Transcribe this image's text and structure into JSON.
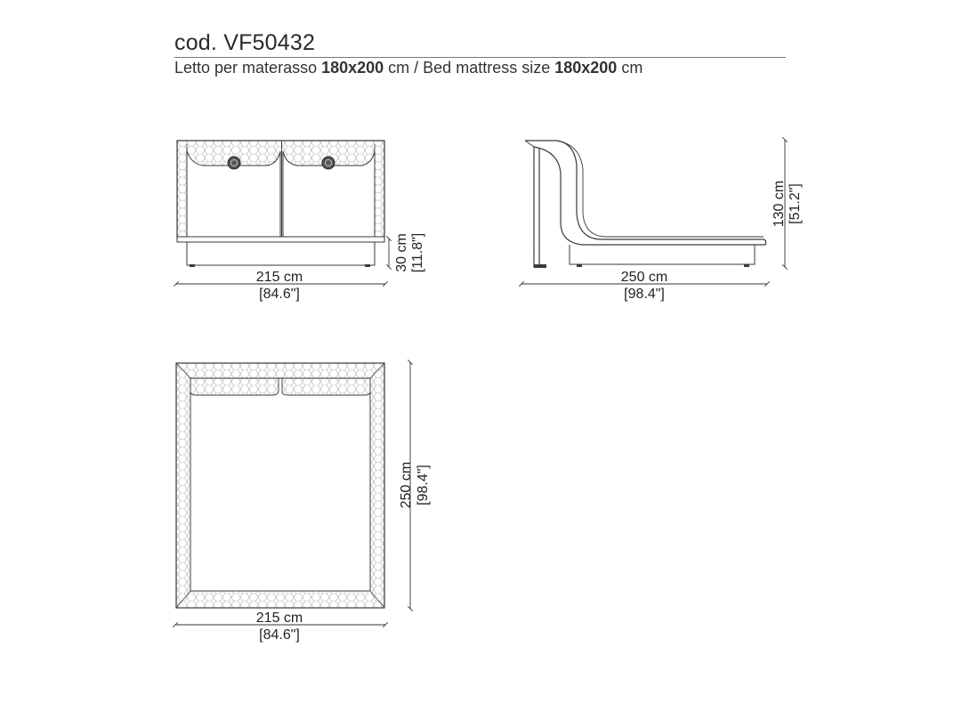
{
  "header": {
    "code": "cod. VF50432",
    "subtitle_a": "Letto per materasso ",
    "subtitle_b": "180x200",
    "subtitle_c": " cm / Bed mattress size ",
    "subtitle_d": "180x200",
    "subtitle_e": " cm"
  },
  "front_view": {
    "width_cm": "215 cm",
    "width_in": "[84.6\"]",
    "base_height_cm": "30 cm",
    "base_height_in": "[11.8\"]"
  },
  "side_view": {
    "length_cm": "250 cm",
    "length_in": "[98.4\"]",
    "height_cm": "130 cm",
    "height_in": "[51.2\"]"
  },
  "top_view": {
    "width_cm": "215 cm",
    "width_in": "[84.6\"]",
    "length_cm": "250 cm",
    "length_in": "[98.4\"]"
  },
  "colors": {
    "line": "#3a3a3a",
    "pattern": "#b0b0b0"
  }
}
